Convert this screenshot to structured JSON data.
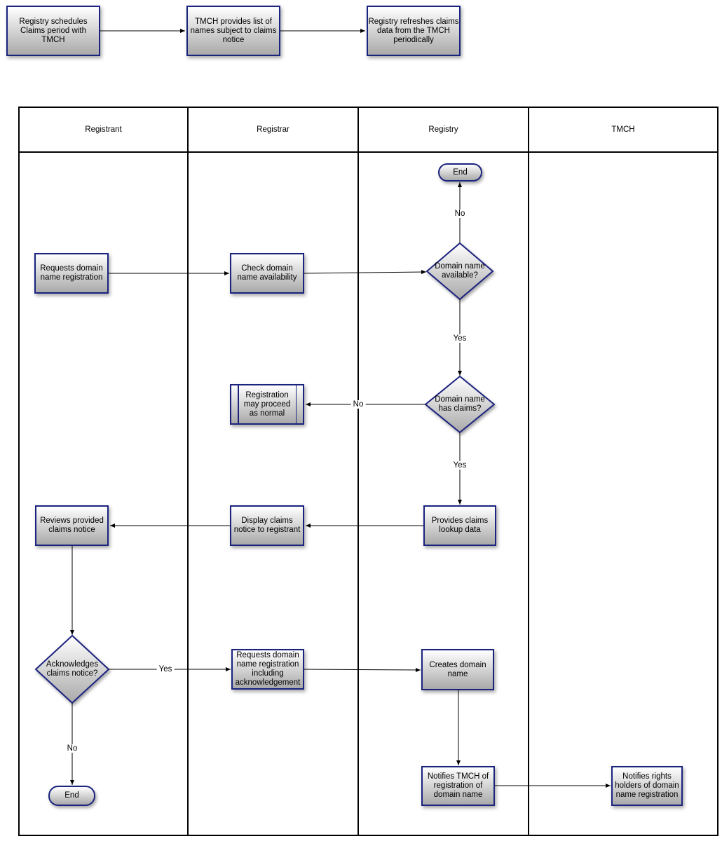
{
  "top_flow": {
    "schedule": "Registry schedules Claims period with TMCH",
    "provides_list": "TMCH provides list of names subject to claims notice",
    "refresh": "Registry refreshes claims data from the TMCH periodically"
  },
  "lanes": {
    "registrant": "Registrant",
    "registrar": "Registrar",
    "registry": "Registry",
    "tmch": "TMCH"
  },
  "nodes": {
    "end_top": "End",
    "requests_registration": "Requests domain name registration",
    "check_availability": "Check domain name availability",
    "available_decision": "Domain name available?",
    "proceed_normal": "Registration may proceed as normal",
    "claims_decision": "Domain name has claims?",
    "provides_lookup": "Provides claims lookup data",
    "display_notice": "Display claims notice to registrant",
    "reviews_notice": "Reviews provided claims notice",
    "ack_decision": "Acknowledges claims notice?",
    "requests_with_ack": "Requests domain name registration including acknowledgement",
    "creates_domain": "Creates domain name",
    "notifies_tmch": "Notifies TMCH of registration of domain name",
    "notifies_holders": "Notifies rights holders of domain name registration",
    "end_bottom": "End"
  },
  "edge_labels": {
    "no_available": "No",
    "yes_available": "Yes",
    "no_claims": "No",
    "yes_claims": "Yes",
    "yes_ack": "Yes",
    "no_ack": "No"
  },
  "colors": {
    "border": "#1a237e",
    "fill_top": "#ffffff",
    "fill_bottom": "#a9a9a9",
    "line": "#000000"
  }
}
